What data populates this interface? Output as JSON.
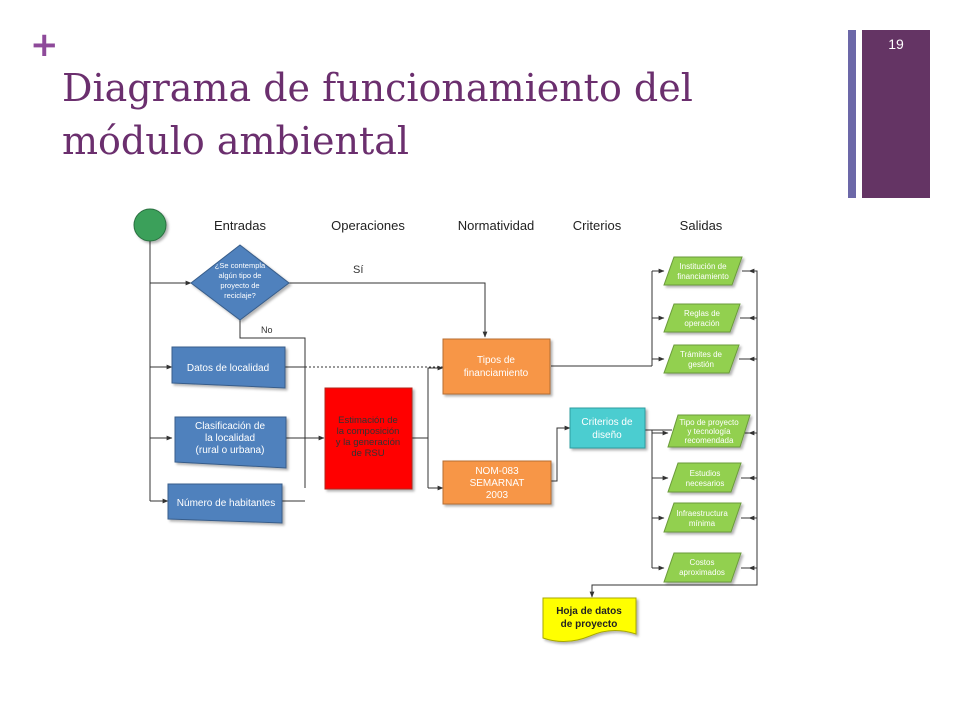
{
  "slide": {
    "title_line1": "Diagrama de funcionamiento del",
    "title_line2": "módulo ambiental",
    "number": "19",
    "bullet": "+"
  },
  "colors": {
    "title": "#6b2f6e",
    "sidebar": "#643464",
    "sidebar_accent": "#6c68a8",
    "entrada_blue": "#4f81bd",
    "operacion_red": "#ff0000",
    "normatividad_orange": "#f79646",
    "criterio_cyan": "#4bcdd0",
    "salida_green": "#92d050",
    "documento_yellow": "#ffff00",
    "inicio_green": "#3aa05a"
  },
  "diagram": {
    "headers": {
      "entradas": "Entradas",
      "operaciones": "Operaciones",
      "normatividad": "Normatividad",
      "criterios": "Criterios",
      "salidas": "Salidas"
    },
    "decision": [
      "¿Se contempla",
      "algún tipo de",
      "proyecto de",
      "reciclaje?"
    ],
    "label_si": "Sí",
    "label_no": "No",
    "entradas": {
      "datos_localidad": [
        "Datos de localidad"
      ],
      "clasificacion": [
        "Clasificación de",
        "la localidad",
        "(rural o urbana)"
      ],
      "habitantes": [
        "Número de habitantes"
      ]
    },
    "operacion": [
      "Estimación de",
      "la composición",
      "y la generación",
      "de RSU"
    ],
    "normatividad": {
      "tipos_financiamiento": [
        "Tipos de",
        "financiamiento"
      ],
      "nom": [
        "NOM-083",
        "SEMARNAT",
        "2003"
      ]
    },
    "criterio": [
      "Criterios de",
      "diseño"
    ],
    "salidas": {
      "institucion": [
        "Institución de",
        "financiamiento"
      ],
      "reglas": [
        "Reglas de",
        "operación"
      ],
      "tramites": [
        "Trámites de",
        "gestión"
      ],
      "tipo_proyecto": [
        "Tipo de proyecto",
        "y tecnología",
        "recomendada"
      ],
      "estudios": [
        "Estudios",
        "necesarios"
      ],
      "infraestructura": [
        "Infraestructura",
        "mínima"
      ],
      "costos": [
        "Costos",
        "aproximados"
      ]
    },
    "documento": [
      "Hoja de datos",
      "de proyecto"
    ]
  }
}
